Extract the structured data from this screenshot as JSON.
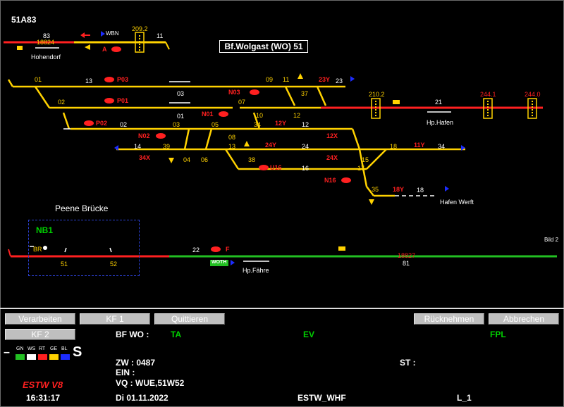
{
  "screen_id": "51A83",
  "station_title": "Bf.Wolgast (WO) 51",
  "section_title": "Peene Brücke",
  "zone_label": "NB1",
  "top_left": {
    "track_83": "83",
    "track_18824": "18824",
    "track_209_2": "209.2",
    "track_11": "11",
    "wbn": "WBN",
    "hohendorf": "Hohendorf",
    "signal_a": "A"
  },
  "track_numbers": {
    "t01": "01",
    "t13": "13",
    "t03": "03",
    "t09": "09",
    "t11": "11",
    "t37": "37",
    "t23": "23",
    "t210_2": "210.2",
    "t21": "21",
    "t244_1": "244.1",
    "t244_0": "244.0",
    "t02": "02",
    "t01b": "01",
    "t07": "07",
    "t10": "10",
    "t12": "12",
    "t02b": "02",
    "t03b": "03",
    "t05": "05",
    "t34": "34",
    "t12b": "12",
    "t08": "08",
    "t14": "14",
    "t39": "39",
    "t13b": "13",
    "t24": "24",
    "t04": "04",
    "t06": "06",
    "t38": "38",
    "t15": "15",
    "t18": "18",
    "t34b": "34",
    "t16": "16",
    "t17": "17",
    "t35": "35",
    "t18b": "18",
    "t22": "22",
    "t51": "51",
    "t52": "52",
    "t18827": "18827",
    "t81": "81",
    "br": "BR",
    "bild2": "Bild 2"
  },
  "signals": {
    "p03": "P03",
    "p01": "P01",
    "p02": "P02",
    "n03": "N03",
    "n01": "N01",
    "n02": "N02",
    "s23y": "23Y",
    "s12y": "12Y",
    "s24y": "24Y",
    "s34x": "34X",
    "s12x": "12X",
    "s24x": "24X",
    "s11y": "11Y",
    "u16": "U16",
    "n16": "N16",
    "s18y": "18Y",
    "f": "F"
  },
  "platforms": {
    "hp_hafen": "Hp.Hafen",
    "hafen_werft": "Hafen  Werft",
    "hp_faehre": "Hp.Fähre",
    "woth": "WOTH"
  },
  "buttons": {
    "verarbeiten": "Verarbeiten",
    "kf1": "KF 1",
    "quittieren": "Quittieren",
    "ruecknehmen": "Rücknehmen",
    "abbrechen": "Abbrechen",
    "kf2": "KF 2"
  },
  "status": {
    "bf_label": "BF WO :",
    "ta": "TA",
    "ev": "EV",
    "fpl": "FPL",
    "zw": "ZW :  0487",
    "st": "ST :",
    "ein": "EIN :",
    "vq": "VQ :  WUE,51W52",
    "date": "Di  01.11.2022",
    "time": "16:31:17",
    "user": "ESTW_WHF",
    "level": "L_1",
    "brand": "ESTW V8"
  },
  "legend": {
    "labels": [
      "GN",
      "WS",
      "RT",
      "GE",
      "BL"
    ],
    "colors": [
      "#22c022",
      "#ffffff",
      "#ff2020",
      "#ffd200",
      "#1c2cff"
    ],
    "dash": "–",
    "s": "S"
  }
}
